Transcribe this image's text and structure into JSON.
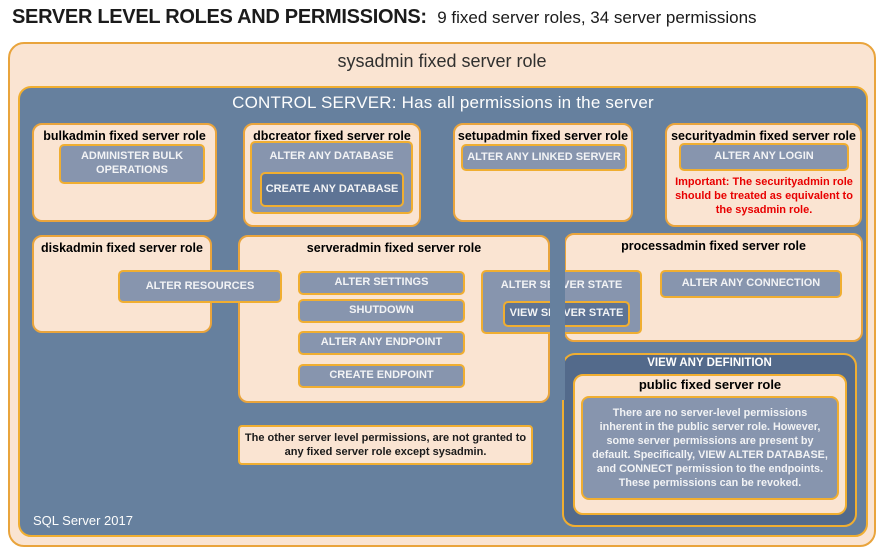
{
  "header": {
    "title_bold": "SERVER LEVEL ROLES AND PERMISSIONS:",
    "title_rest": "9 fixed server roles, 34 server permissions"
  },
  "sysadmin": {
    "title": "sysadmin fixed server role"
  },
  "control_server": {
    "title": "CONTROL SERVER: Has all permissions in the server"
  },
  "roles": {
    "bulkadmin": {
      "title": "bulkadmin fixed server role",
      "permissions": [
        "ADMINISTER BULK OPERATIONS"
      ]
    },
    "dbcreator": {
      "title": "dbcreator fixed server role",
      "outer_permission": "ALTER ANY DATABASE",
      "nested_permission": "CREATE ANY DATABASE"
    },
    "setupadmin": {
      "title": "setupadmin fixed server role",
      "permissions": [
        "ALTER ANY LINKED SERVER"
      ]
    },
    "securityadmin": {
      "title": "securityadmin fixed server role",
      "permissions": [
        "ALTER ANY LOGIN"
      ],
      "warning": "Important: The securityadmin role should be treated as equivalent to the sysadmin role."
    },
    "diskadmin": {
      "title": "diskadmin fixed server role",
      "permissions": [
        "ALTER RESOURCES"
      ]
    },
    "serveradmin": {
      "title": "serveradmin fixed server role",
      "permissions": [
        "ALTER SETTINGS",
        "SHUTDOWN",
        "ALTER ANY ENDPOINT",
        "CREATE ENDPOINT"
      ],
      "outer_permission": "ALTER SERVER STATE",
      "nested_permission": "VIEW SERVER STATE"
    },
    "processadmin": {
      "title": "processadmin fixed server role",
      "permissions": [
        "ALTER ANY CONNECTION"
      ]
    },
    "public": {
      "container_permission": "VIEW ANY DEFINITION",
      "title": "public fixed server role",
      "description": "There are no server-level permissions inherent in the public server role. However, some server permissions are present by default. Specifically, VIEW ALTER DATABASE, and CONNECT permission to the endpoints. These permissions can be revoked."
    }
  },
  "note": {
    "text": "The other server level permissions, are not granted to any fixed server role except sysadmin."
  },
  "footer": {
    "label": "SQL Server 2017"
  },
  "colors": {
    "peach": "#FAE4D2",
    "control_blue": "#66809E",
    "permission_gray": "#8795AE",
    "nested_dark": "#5E7495",
    "definition_dark": "#536A8B",
    "border_orange": "#E9A43C",
    "border_gold": "#F0AE31",
    "warning_red": "#E80000"
  }
}
